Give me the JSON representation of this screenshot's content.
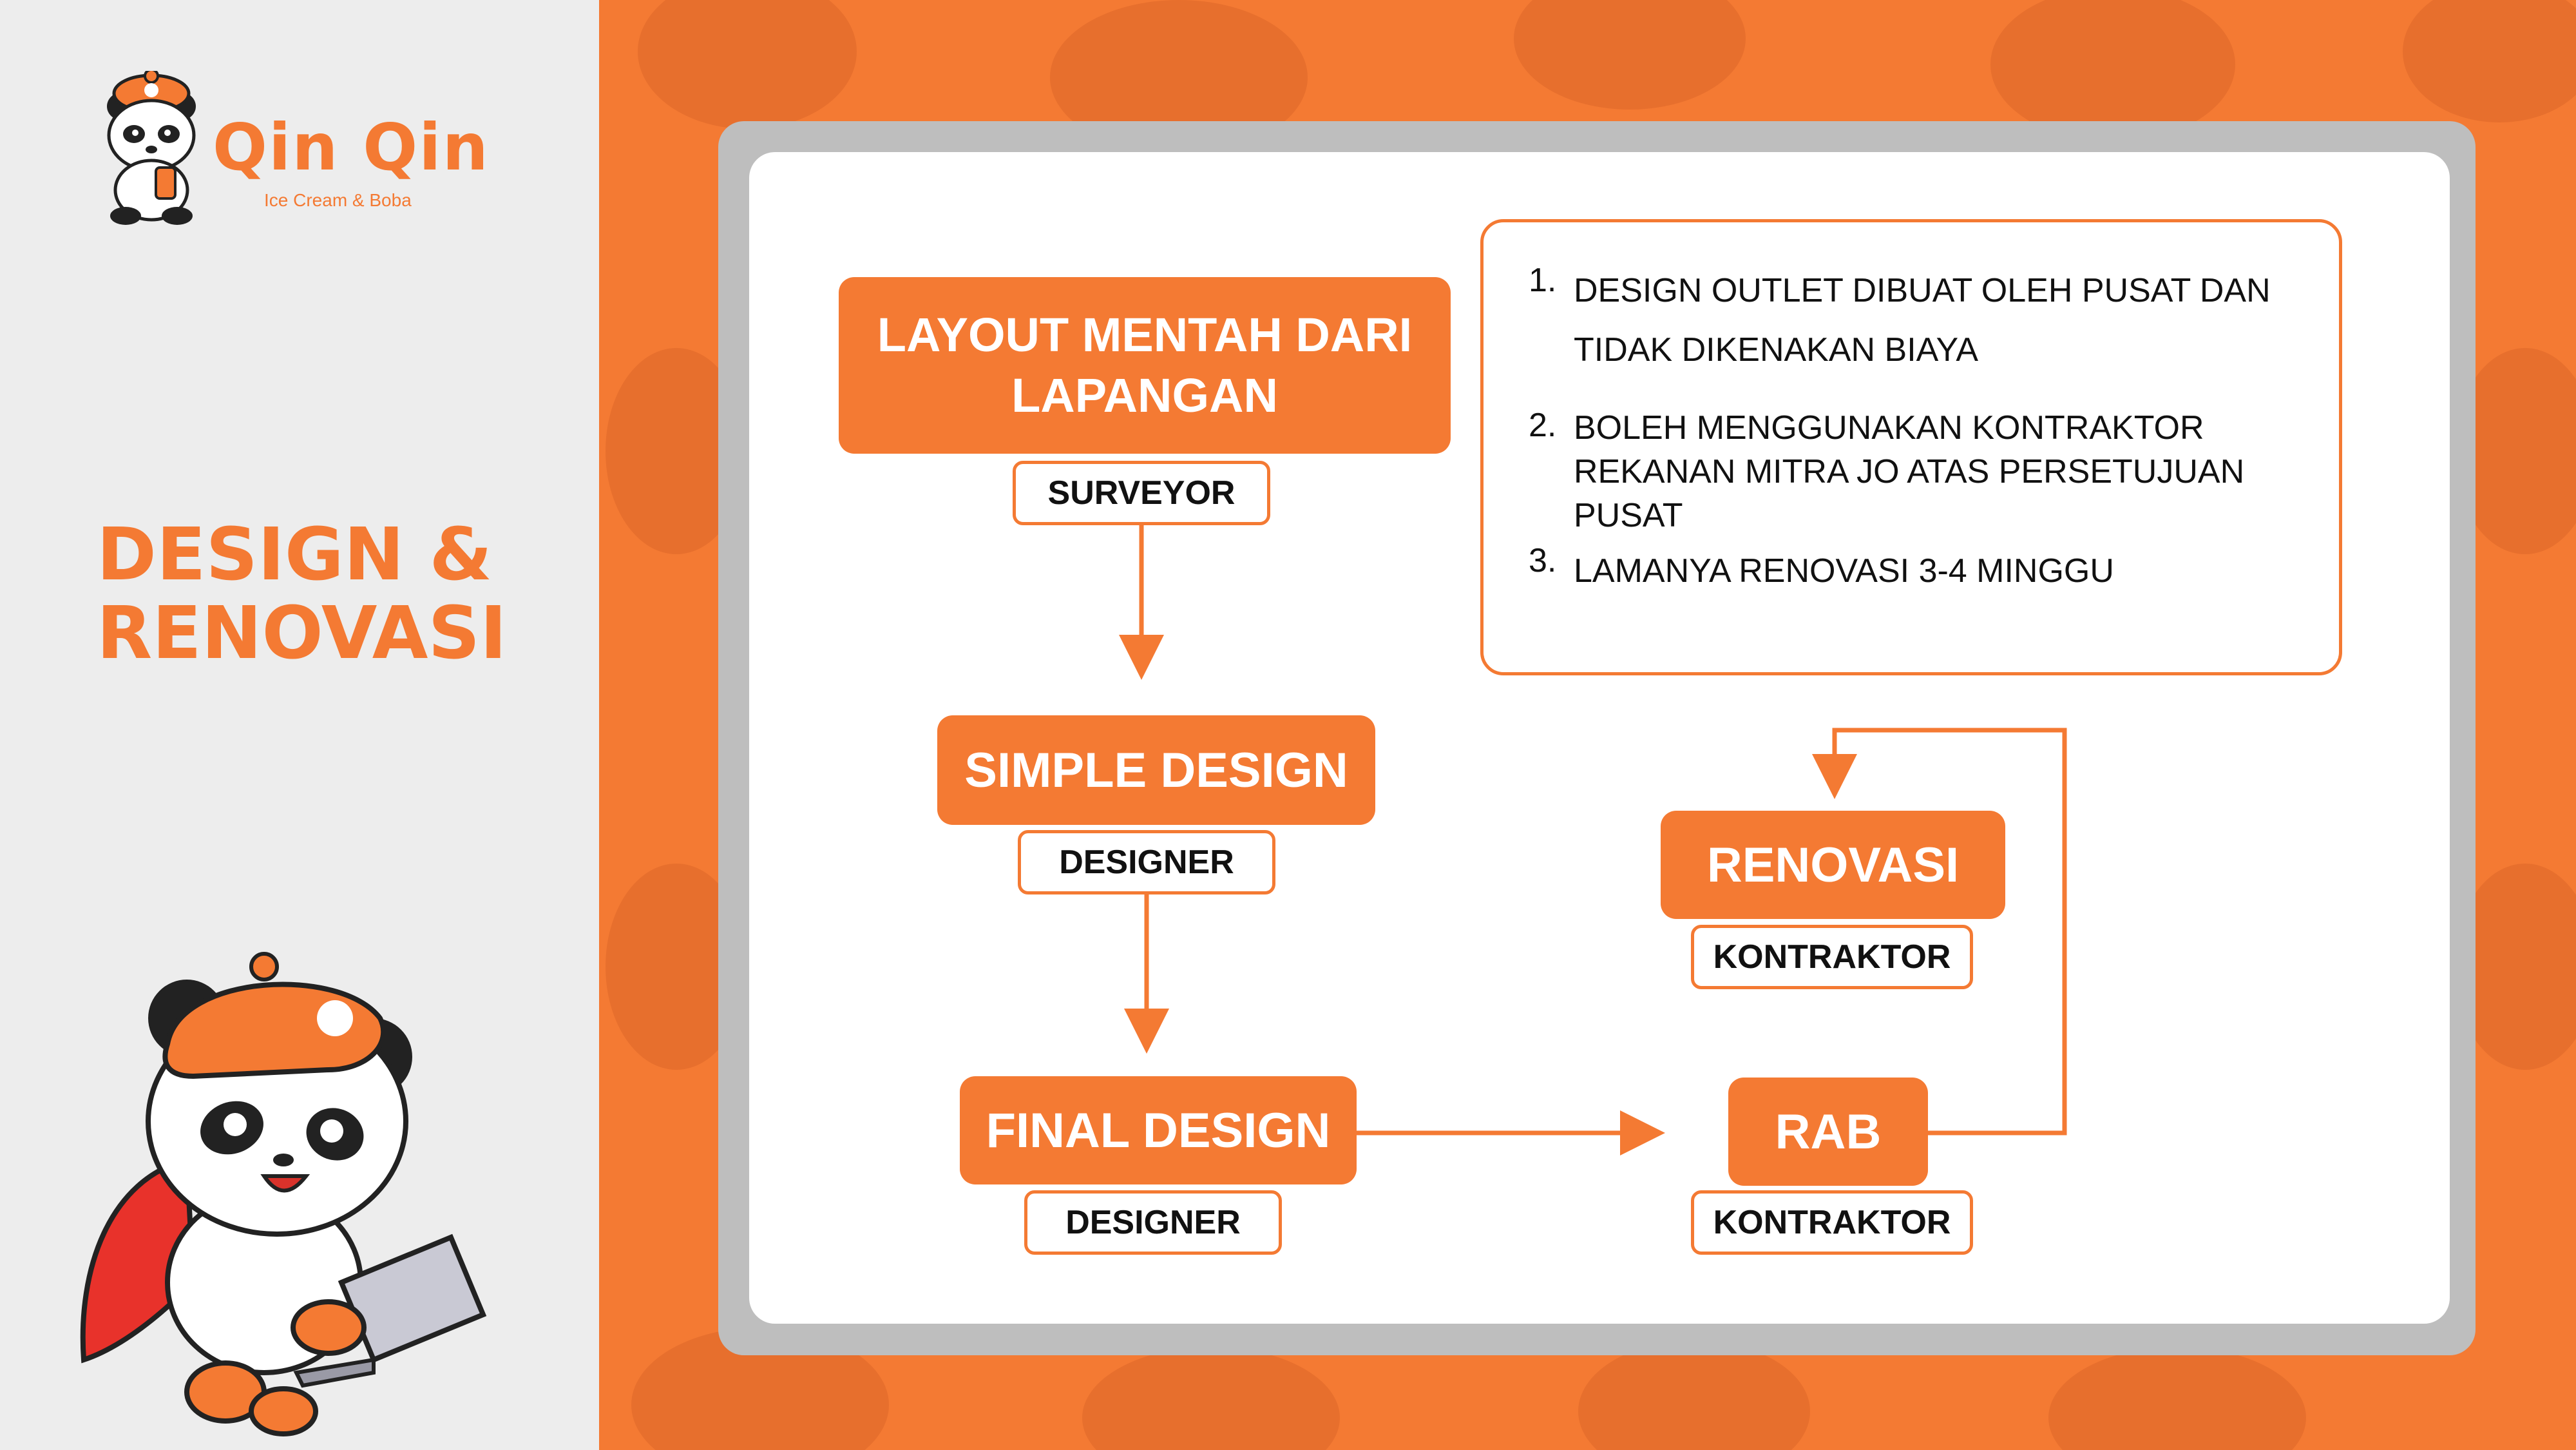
{
  "brand": {
    "name": "Qin Qin",
    "tagline": "Ice Cream & Boba"
  },
  "page": {
    "title_line1": "DESIGN &",
    "title_line2": "RENOVASI"
  },
  "colors": {
    "accent": "#F47A33",
    "panel_bg": "#EDEDED",
    "frame": "#BEBEBE",
    "card": "#FFFFFF",
    "text": "#111111",
    "cape": "#E8322B"
  },
  "flow": {
    "layout": {
      "label": "LAYOUT MENTAH DARI\nLAPANGAN",
      "role": "SURVEYOR"
    },
    "simple": {
      "label": "SIMPLE DESIGN",
      "role": "DESIGNER"
    },
    "final": {
      "label": "FINAL DESIGN",
      "role": "DESIGNER"
    },
    "rab": {
      "label": "RAB",
      "role": "KONTRAKTOR"
    },
    "renovasi": {
      "label": "RENOVASI",
      "role": "KONTRAKTOR"
    }
  },
  "notes": [
    {
      "num": "1.",
      "text": "DESIGN OUTLET DIBUAT OLEH PUSAT DAN\nTIDAK DIKENAKAN BIAYA"
    },
    {
      "num": "2.",
      "text": "BOLEH MENGGUNAKAN KONTRAKTOR\nREKANAN MITRA JO ATAS PERSETUJUAN PUSAT"
    },
    {
      "num": "3.",
      "text": "LAMANYA RENOVASI 3-4 MINGGU"
    }
  ],
  "icons": [
    "panda-logo-icon",
    "panda-mascot-icon",
    "laptop-icon",
    "arrow-down-icon",
    "arrow-right-icon"
  ]
}
